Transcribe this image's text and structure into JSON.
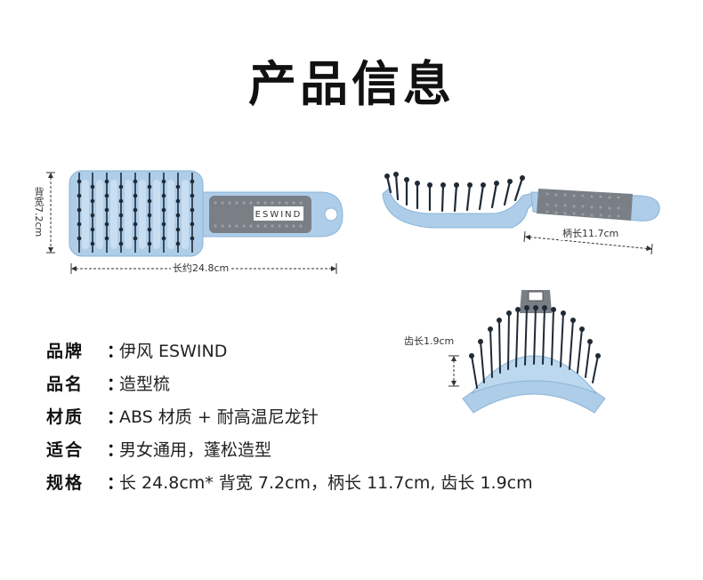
{
  "title": "产品信息",
  "dimensions": {
    "back_width": "背宽7.2cm",
    "length": "长约24.8cm",
    "handle_length": "柄长11.7cm",
    "tooth_length": "齿长1.9cm"
  },
  "brand_logo": "ESWIND",
  "specs": [
    {
      "key": "品牌",
      "colon": "：",
      "value": "伊风 ESWIND"
    },
    {
      "key": "品名",
      "colon": "：",
      "value": "造型梳"
    },
    {
      "key": "材质",
      "colon": "：",
      "value": "ABS 材质 + 耐高温尼龙针"
    },
    {
      "key": "适合",
      "colon": "：",
      "value": "男女通用，蓬松造型"
    },
    {
      "key": "规格",
      "colon": "：",
      "value": "长 24.8cm* 背宽 7.2cm，柄长 11.7cm, 齿长 1.9cm"
    }
  ],
  "colors": {
    "brush_blue": "#aecde8",
    "brush_blue_dark": "#8ab4d8",
    "handle_gray": "#7a7f86",
    "bristle": "#1e2a36"
  }
}
